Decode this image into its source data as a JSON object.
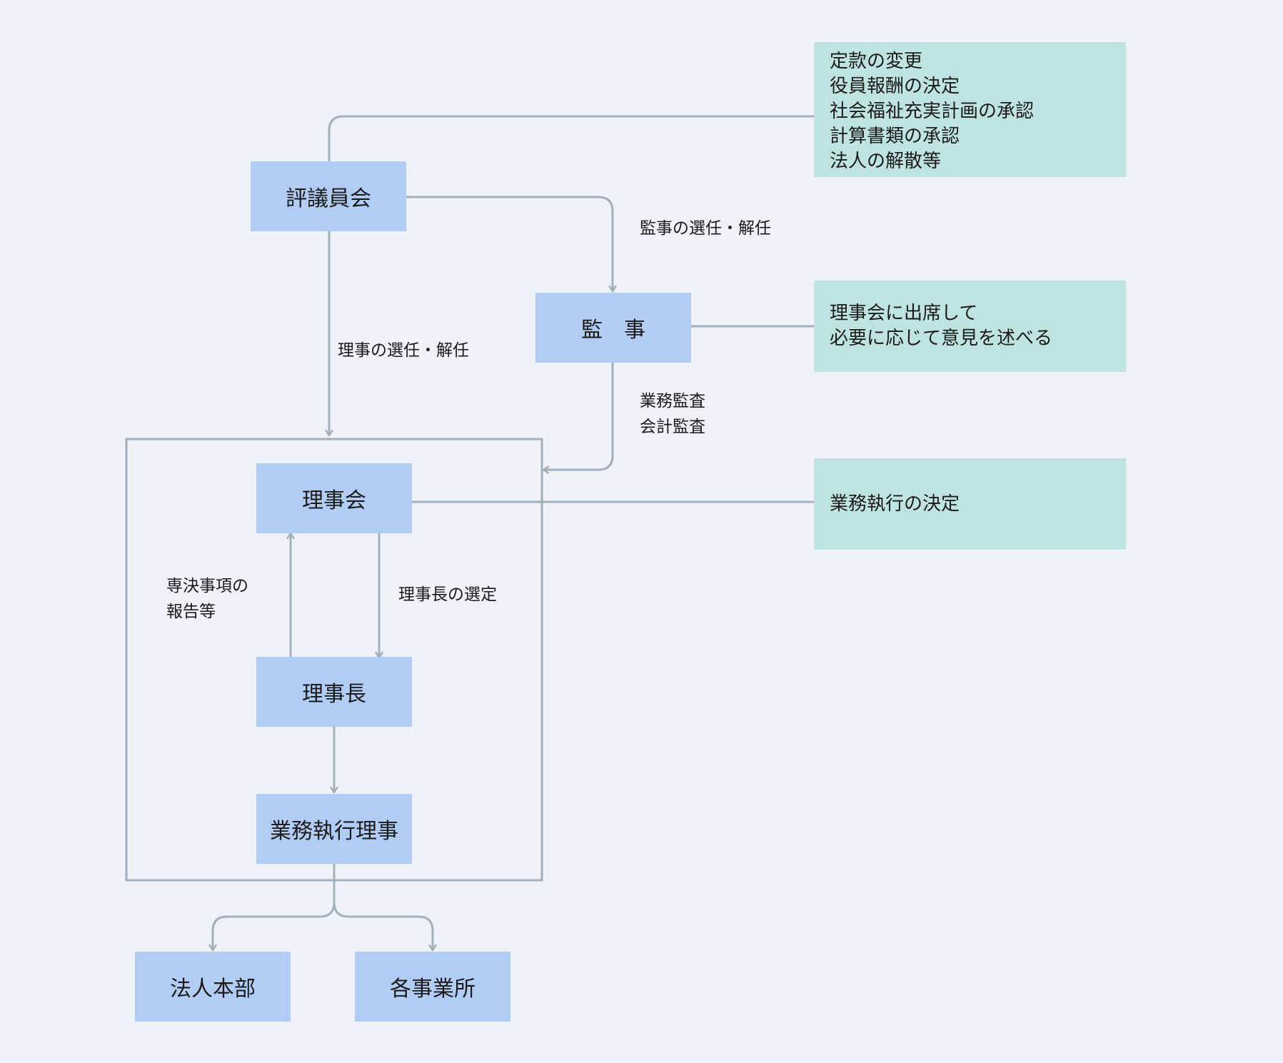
{
  "colors": {
    "background": "#eff3f9",
    "node_fill": "#b1cdf6",
    "note_fill": "#bfe3e1",
    "connector": "#a3b0ba"
  },
  "nodes": {
    "council": "評議員会",
    "auditor": "監　事",
    "board": "理事会",
    "chairman": "理事長",
    "executive": "業務執行理事",
    "headquarters": "法人本部",
    "offices": "各事業所"
  },
  "notes": {
    "council": [
      "定款の変更",
      "役員報酬の決定",
      "社会福祉充実計画の承認",
      "計算書類の承認",
      "法人の解散等"
    ],
    "auditor": [
      "理事会に出席して",
      "必要に応じて意見を述べる"
    ],
    "board": [
      "業務執行の決定"
    ]
  },
  "edge_labels": {
    "auditor_appointment": "監事の選任・解任",
    "director_appointment": "理事の選任・解任",
    "audit": [
      "業務監査",
      "会計監査"
    ],
    "report": [
      "専決事項の",
      "報告等"
    ],
    "chairman_selection": "理事長の選定"
  }
}
